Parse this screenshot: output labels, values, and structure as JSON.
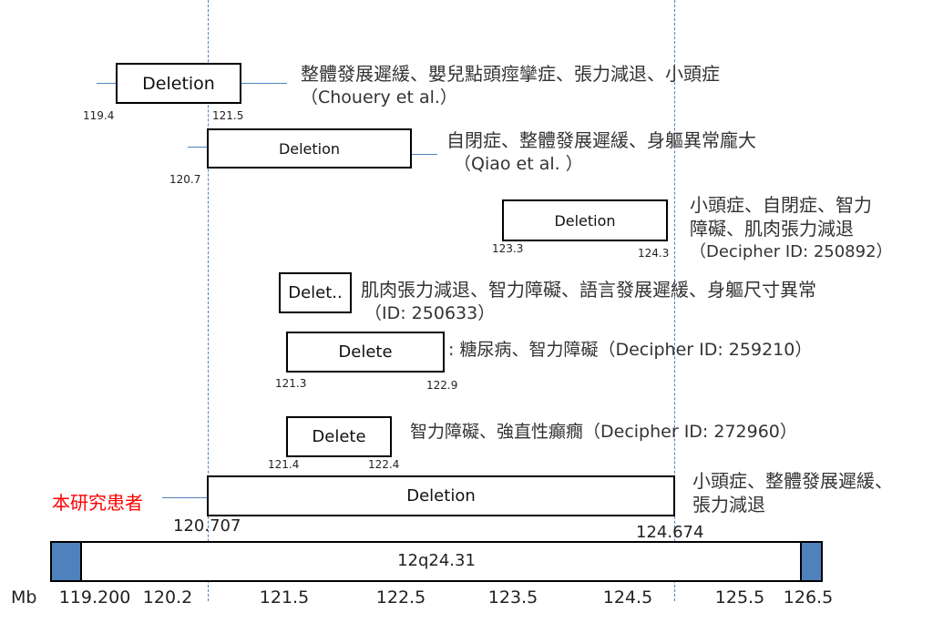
{
  "figure": {
    "vlines": [
      "120.707",
      "124.674"
    ]
  },
  "deletions": [
    {
      "label": "Deletion",
      "start_label": "119.4",
      "end_label": "121.5",
      "description_lines": [
        "整體發展遲緩、嬰兒點頭痙攣症、張力減退、小頭症",
        "（Chouery et al.）"
      ]
    },
    {
      "label": "Deletion",
      "start_label": "120.7",
      "end_label": "",
      "description_lines": [
        "自閉症、整體發展遲緩、身軀異常龐大",
        "（Qiao et al. ）"
      ]
    },
    {
      "label": "Deletion",
      "start_label": "123.3",
      "end_label": "124.3",
      "description_lines": [
        "小頭症、自閉症、智力",
        "障礙、肌肉張力減退",
        "（Decipher ID: 250892）"
      ]
    },
    {
      "label": "Delet..",
      "start_label": "",
      "end_label": "",
      "description_lines": [
        "肌肉張力減退、智力障礙、語言發展遲緩、身軀尺寸異常",
        "（ID: 250633）"
      ]
    },
    {
      "label": "Delete",
      "start_label": "121.3",
      "end_label": "122.9",
      "description_lines": [
        ": 糖尿病、智力障礙（Decipher ID: 259210）"
      ]
    },
    {
      "label": "Delete",
      "start_label": "121.4",
      "end_label": "122.4",
      "description_lines": [
        "智力障礙、強直性癲癇（Decipher ID: 272960）"
      ]
    }
  ],
  "patient": {
    "side_label": "本研究患者",
    "side_label_color": "#ff0000",
    "box_label": "Deletion",
    "start_label": "120.707",
    "end_label": "124.674",
    "description_lines": [
      "小頭症、整體發展遲緩、",
      "張力減退"
    ]
  },
  "chromosome": {
    "label": "12q24.31",
    "end_color": "#4f81bd"
  },
  "axis": {
    "unit": "Mb",
    "ticks": [
      "119.200",
      "120.2",
      "121.5",
      "122.5",
      "123.5",
      "124.5",
      "125.5",
      "126.5"
    ]
  }
}
